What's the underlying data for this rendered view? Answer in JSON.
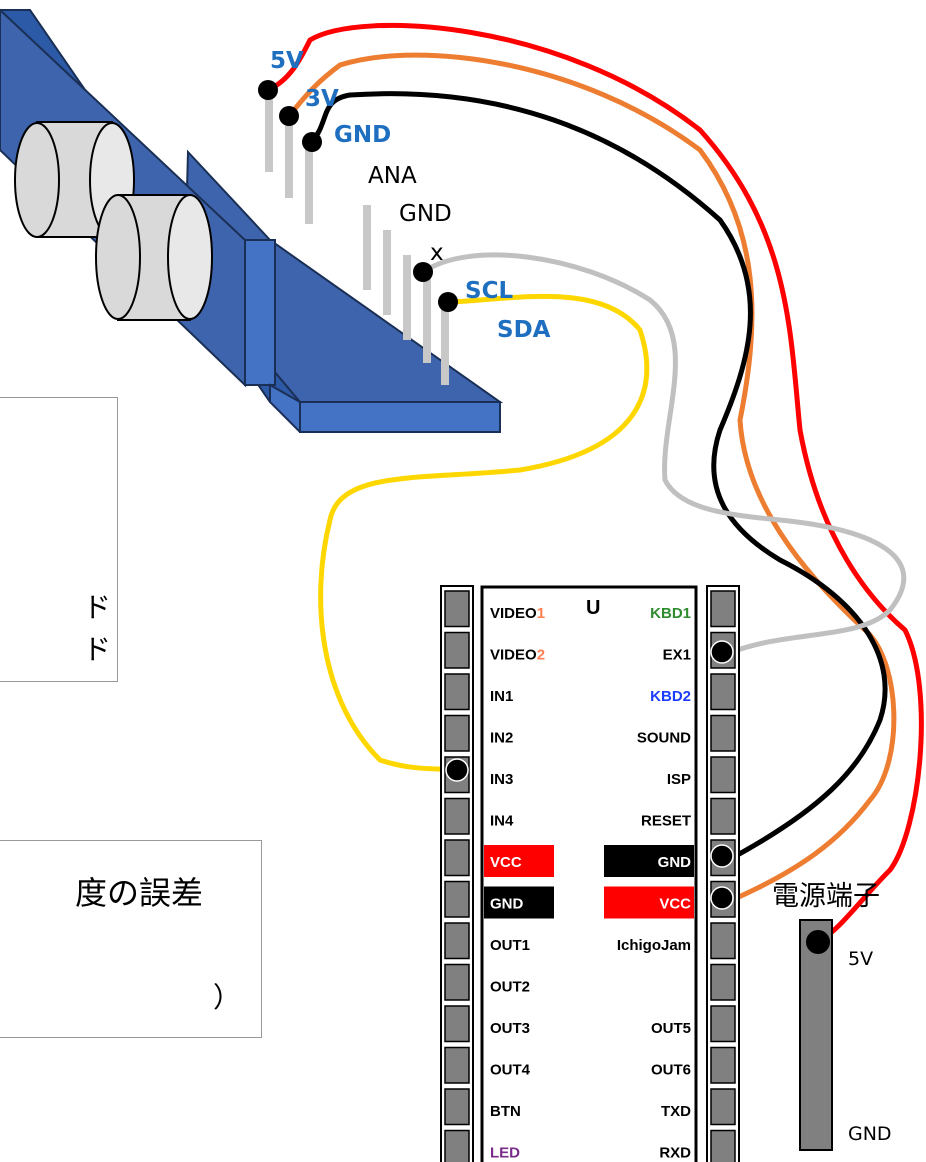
{
  "sensor_pins": {
    "5v": "5V",
    "3v": "3V",
    "gnd": "GND",
    "ana": "ANA",
    "gnd2": "GND",
    "x": "x",
    "scl": "SCL",
    "sda": "SDA"
  },
  "board": {
    "logo": "U",
    "left": [
      {
        "label": "VIDEO",
        "suffix": "1",
        "color": "#000",
        "suffix_color": "#ff7f50"
      },
      {
        "label": "VIDEO",
        "suffix": "2",
        "color": "#000",
        "suffix_color": "#ff7f50"
      },
      {
        "label": "IN1",
        "color": "#000"
      },
      {
        "label": "IN2",
        "color": "#000"
      },
      {
        "label": "IN3",
        "color": "#000"
      },
      {
        "label": "IN4",
        "color": "#000"
      },
      {
        "label": "VCC",
        "color": "#fff",
        "bg": "#ff0000"
      },
      {
        "label": "GND",
        "color": "#fff",
        "bg": "#000000"
      },
      {
        "label": "OUT1",
        "color": "#000"
      },
      {
        "label": "OUT2",
        "color": "#000"
      },
      {
        "label": "OUT3",
        "color": "#000"
      },
      {
        "label": "OUT4",
        "color": "#000"
      },
      {
        "label": "BTN",
        "color": "#000"
      },
      {
        "label": "LED",
        "color": "#7a2a8a"
      }
    ],
    "right": [
      {
        "label": "KBD1",
        "color": "#2e8b2e"
      },
      {
        "label": "EX1",
        "color": "#000"
      },
      {
        "label": "KBD2",
        "color": "#1a3dff"
      },
      {
        "label": "SOUND",
        "color": "#000"
      },
      {
        "label": "ISP",
        "color": "#000"
      },
      {
        "label": "RESET",
        "color": "#000"
      },
      {
        "label": "GND",
        "color": "#fff",
        "bg": "#000000"
      },
      {
        "label": "VCC",
        "color": "#fff",
        "bg": "#ff0000"
      },
      {
        "label": "IchigoJam",
        "color": "#000"
      },
      {
        "label": "",
        "color": "#000"
      },
      {
        "label": "OUT5",
        "color": "#000"
      },
      {
        "label": "OUT6",
        "color": "#000"
      },
      {
        "label": "TXD",
        "color": "#000"
      },
      {
        "label": "RXD",
        "color": "#000"
      }
    ]
  },
  "power": {
    "title": "電源端子",
    "5v": "5V",
    "gnd": "GND"
  },
  "notes": {
    "box1_line1": "ド",
    "box1_line2": "ド",
    "box2_line1": "度の誤差",
    "box2_line2": "）"
  },
  "wire_colors": {
    "red": "#ff0000",
    "orange": "#ed7d31",
    "black": "#000000",
    "gray": "#c0c0c0",
    "yellow": "#ffd700"
  }
}
